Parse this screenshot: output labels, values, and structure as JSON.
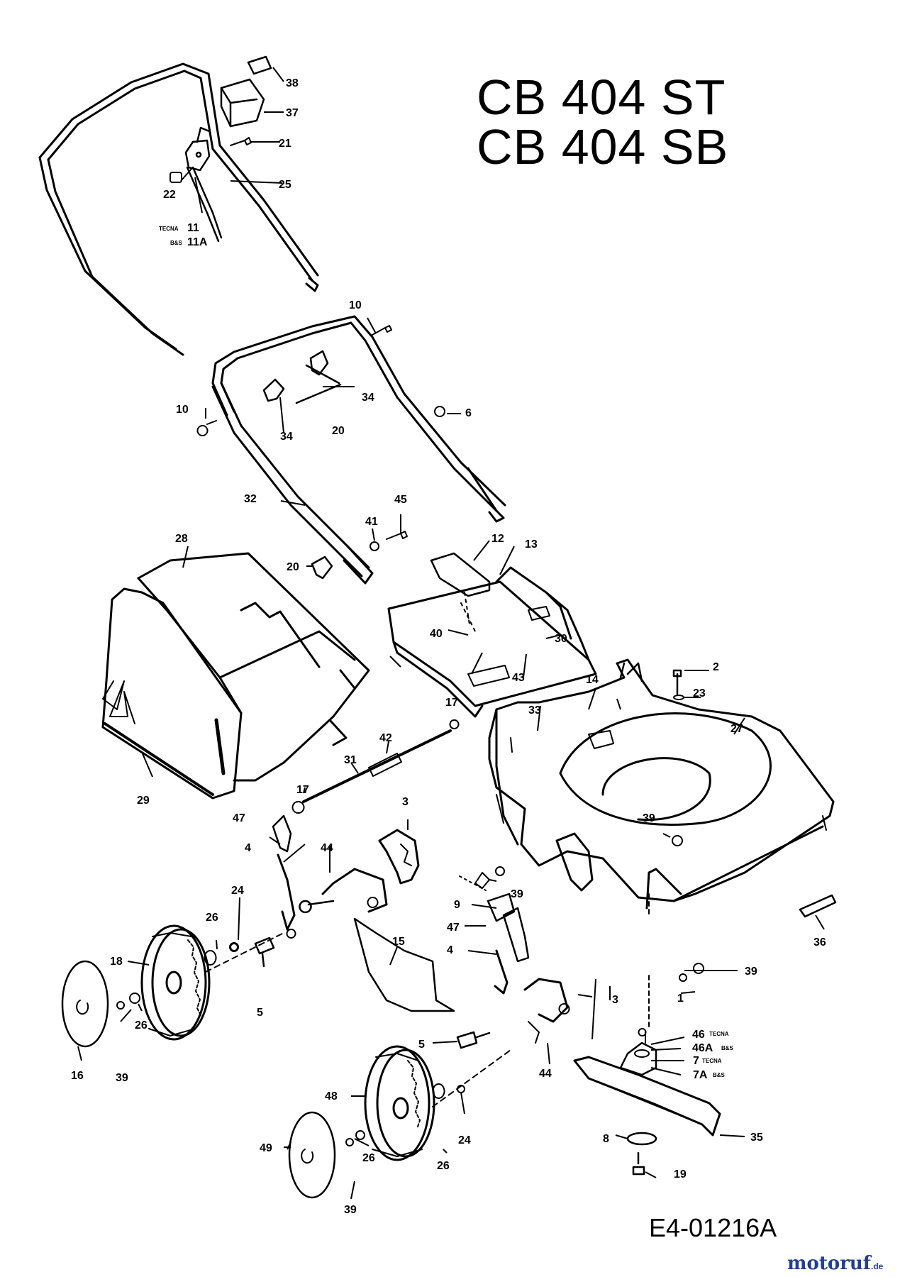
{
  "title_lines": [
    "CB 404 ST",
    "CB 404 SB"
  ],
  "drawing_number": "E4-01216A",
  "brand": {
    "name": "motoruf",
    "suffix": ".de",
    "color": "#233f8f"
  },
  "part_labels": [
    {
      "id": "p38",
      "text": "38"
    },
    {
      "id": "p37",
      "text": "37"
    },
    {
      "id": "p21",
      "text": "21"
    },
    {
      "id": "p25",
      "text": "25"
    },
    {
      "id": "p22",
      "text": "22"
    },
    {
      "id": "p11",
      "text": "11",
      "qual": "TECNA"
    },
    {
      "id": "p11a",
      "text": "11A",
      "qual": "B&S"
    },
    {
      "id": "p10a",
      "text": "10"
    },
    {
      "id": "p10b",
      "text": "10"
    },
    {
      "id": "p34a",
      "text": "34"
    },
    {
      "id": "p34b",
      "text": "34"
    },
    {
      "id": "p20a",
      "text": "20"
    },
    {
      "id": "p6",
      "text": "6"
    },
    {
      "id": "p32",
      "text": "32"
    },
    {
      "id": "p41",
      "text": "41"
    },
    {
      "id": "p45",
      "text": "45"
    },
    {
      "id": "p28",
      "text": "28"
    },
    {
      "id": "p20b",
      "text": "20"
    },
    {
      "id": "p12",
      "text": "12"
    },
    {
      "id": "p13",
      "text": "13"
    },
    {
      "id": "p40",
      "text": "40"
    },
    {
      "id": "p30",
      "text": "30"
    },
    {
      "id": "p43",
      "text": "43"
    },
    {
      "id": "p2",
      "text": "2"
    },
    {
      "id": "p23",
      "text": "23"
    },
    {
      "id": "p14",
      "text": "14"
    },
    {
      "id": "p17a",
      "text": "17"
    },
    {
      "id": "p33",
      "text": "33"
    },
    {
      "id": "p27",
      "text": "27"
    },
    {
      "id": "p42",
      "text": "42"
    },
    {
      "id": "p31",
      "text": "31"
    },
    {
      "id": "p29",
      "text": "29"
    },
    {
      "id": "p17b",
      "text": "17"
    },
    {
      "id": "p3a",
      "text": "3"
    },
    {
      "id": "p39a",
      "text": "39"
    },
    {
      "id": "p47a",
      "text": "47"
    },
    {
      "id": "p4a",
      "text": "4"
    },
    {
      "id": "p44a",
      "text": "44"
    },
    {
      "id": "p39b",
      "text": "39"
    },
    {
      "id": "p9",
      "text": "9"
    },
    {
      "id": "p24a",
      "text": "24"
    },
    {
      "id": "p26a",
      "text": "26"
    },
    {
      "id": "p47b",
      "text": "47"
    },
    {
      "id": "p18",
      "text": "18"
    },
    {
      "id": "p15",
      "text": "15"
    },
    {
      "id": "p4b",
      "text": "4"
    },
    {
      "id": "p36",
      "text": "36"
    },
    {
      "id": "p39c",
      "text": "39"
    },
    {
      "id": "p5a",
      "text": "5"
    },
    {
      "id": "p3b",
      "text": "3"
    },
    {
      "id": "p1",
      "text": "1"
    },
    {
      "id": "p26b",
      "text": "26"
    },
    {
      "id": "p16",
      "text": "16"
    },
    {
      "id": "p39d",
      "text": "39"
    },
    {
      "id": "p46",
      "text": "46",
      "qual": "TECNA"
    },
    {
      "id": "p46a",
      "text": "46A",
      "qual": "B&S"
    },
    {
      "id": "p5b",
      "text": "5"
    },
    {
      "id": "p7",
      "text": "7",
      "qual": "TECNA"
    },
    {
      "id": "p7a",
      "text": "7A",
      "qual": "B&S"
    },
    {
      "id": "p44b",
      "text": "44"
    },
    {
      "id": "p48",
      "text": "48"
    },
    {
      "id": "p8",
      "text": "8"
    },
    {
      "id": "p35",
      "text": "35"
    },
    {
      "id": "p24b",
      "text": "24"
    },
    {
      "id": "p49",
      "text": "49"
    },
    {
      "id": "p26c",
      "text": "26"
    },
    {
      "id": "p26d",
      "text": "26"
    },
    {
      "id": "p19",
      "text": "19"
    },
    {
      "id": "p39e",
      "text": "39"
    }
  ]
}
